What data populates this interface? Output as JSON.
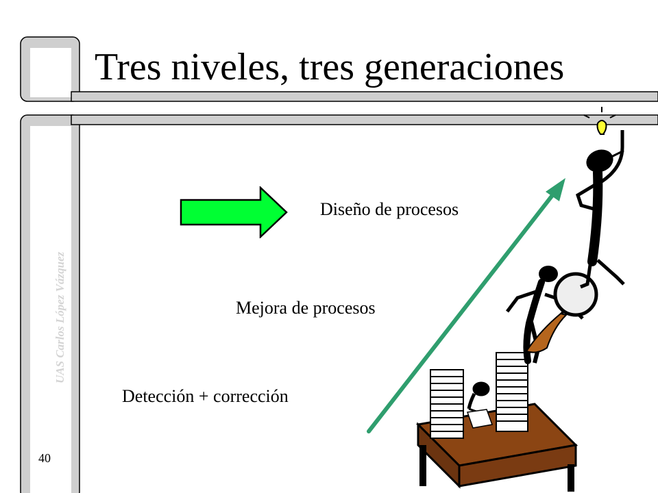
{
  "slide": {
    "title": "Tres niveles, tres generaciones",
    "author": "UAS Carlos López Vázquez",
    "page_number": "40"
  },
  "levels": [
    {
      "label": "Diseño de procesos",
      "marked": true
    },
    {
      "label": "Mejora de procesos",
      "marked": false
    },
    {
      "label": "Detección + corrección",
      "marked": false
    }
  ],
  "colors": {
    "frame": "#cfcfcf",
    "frame_line": "#000000",
    "marker_arrow": "#00ff33",
    "growth_arrow": "#2f9e6e",
    "desk": "#8b4513",
    "lightbulb": "#ffff33"
  },
  "icons": {
    "marker": "right-arrow-icon",
    "growth": "diagonal-up-arrow-icon",
    "illustration": "evolution-figures-clipart"
  }
}
